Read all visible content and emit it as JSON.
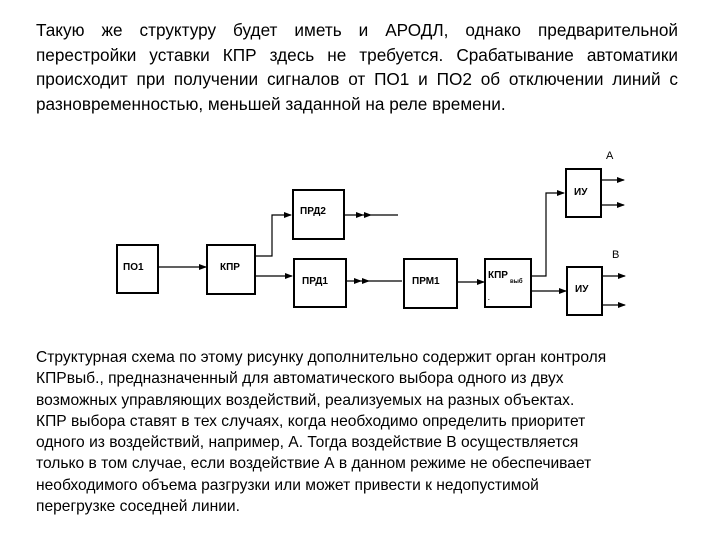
{
  "intro_text": "Такую же структуру будет иметь и АРОДЛ, однако предварительной перестройки уставки КПР здесь не требуется. Срабатывание автоматики происходит при получении сигналов от ПО1 и ПО2 об отключении линий с разновременностью, меньшей заданной на реле времени.",
  "diagram": {
    "blocks": {
      "po1": "ПО1",
      "kpr": "КПР",
      "prd2": "ПРД2",
      "prd1": "ПРД1",
      "prm1": "ПРМ1",
      "kpr_vyb": "КПР",
      "kpr_vyb_sub": "выб",
      "kpr_vyb_dot": ".",
      "iu_a": "ИУ",
      "iu_b": "ИУ"
    },
    "labels": {
      "a": "А",
      "b": "В"
    }
  },
  "body_lines": [
    "Структурная схема по этому рисунку дополнительно содержит орган контроля",
    "КПРвыб., предназначенный для автоматического выбора одного из двух",
    "возможных управляющих воздействий, реализуемых на разных объектах.",
    "КПР выбора ставят в тех случаях, когда необходимо определить приоритет",
    "одного из воздействий, например, А. Тогда воздействие В  осуществляется",
    "только в том случае, если воздействие А в данном режиме не обеспечивает",
    "необходимого объема разгрузки или может привести к недопустимой",
    "перегрузке соседней линии."
  ]
}
